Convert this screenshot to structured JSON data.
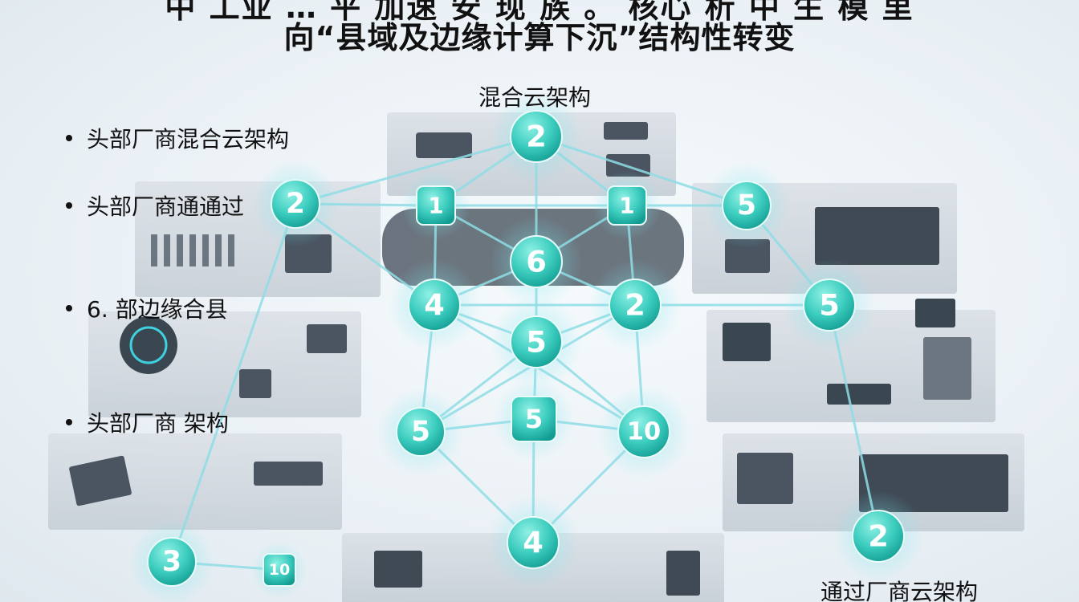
{
  "title": {
    "line1": "中 工业 … 平 加速 安 现 族 。 核心 析 中 生 模 里",
    "line2": "向“县域及边缘计算下沉”结构性转变"
  },
  "top_label": "混合云架构",
  "bottom_right_label": "通过厂商云架构",
  "bullets": [
    "头部厂商混合云架构",
    "头部厂商通通过",
    "6. 部边缘合县",
    "头部厂商  架构"
  ],
  "nodes": [
    {
      "id": "n-top",
      "label": "2",
      "shape": "circle"
    },
    {
      "id": "n-left",
      "label": "2",
      "shape": "circle"
    },
    {
      "id": "n-1a",
      "label": "1",
      "shape": "square"
    },
    {
      "id": "n-1b",
      "label": "1",
      "shape": "square"
    },
    {
      "id": "n-right5a",
      "label": "5",
      "shape": "circle"
    },
    {
      "id": "n-6",
      "label": "6",
      "shape": "circle"
    },
    {
      "id": "n-4a",
      "label": "4",
      "shape": "circle"
    },
    {
      "id": "n-2b",
      "label": "2",
      "shape": "circle"
    },
    {
      "id": "n-right5b",
      "label": "5",
      "shape": "circle"
    },
    {
      "id": "n-5c",
      "label": "5",
      "shape": "circle"
    },
    {
      "id": "n-5d",
      "label": "5",
      "shape": "circle"
    },
    {
      "id": "n-5e",
      "label": "5",
      "shape": "square"
    },
    {
      "id": "n-10a",
      "label": "10",
      "shape": "circle"
    },
    {
      "id": "n-4b",
      "label": "4",
      "shape": "circle"
    },
    {
      "id": "n-2c",
      "label": "2",
      "shape": "circle"
    },
    {
      "id": "n-3",
      "label": "3",
      "shape": "circle"
    },
    {
      "id": "n-10b",
      "label": "10",
      "shape": "square"
    }
  ],
  "edges": [
    [
      "n-top",
      "n-1a"
    ],
    [
      "n-top",
      "n-1b"
    ],
    [
      "n-top",
      "n-6"
    ],
    [
      "n-top",
      "n-left"
    ],
    [
      "n-top",
      "n-right5a"
    ],
    [
      "n-left",
      "n-1a"
    ],
    [
      "n-1a",
      "n-1b"
    ],
    [
      "n-1b",
      "n-right5a"
    ],
    [
      "n-1a",
      "n-6"
    ],
    [
      "n-1b",
      "n-6"
    ],
    [
      "n-1a",
      "n-4a"
    ],
    [
      "n-1b",
      "n-2b"
    ],
    [
      "n-6",
      "n-4a"
    ],
    [
      "n-6",
      "n-2b"
    ],
    [
      "n-6",
      "n-5c"
    ],
    [
      "n-4a",
      "n-2b"
    ],
    [
      "n-2b",
      "n-right5b"
    ],
    [
      "n-right5a",
      "n-right5b"
    ],
    [
      "n-4a",
      "n-5c"
    ],
    [
      "n-2b",
      "n-5c"
    ],
    [
      "n-4a",
      "n-5d"
    ],
    [
      "n-2b",
      "n-10a"
    ],
    [
      "n-5c",
      "n-5e"
    ],
    [
      "n-5c",
      "n-5d"
    ],
    [
      "n-5c",
      "n-10a"
    ],
    [
      "n-5d",
      "n-5e"
    ],
    [
      "n-5e",
      "n-10a"
    ],
    [
      "n-4a",
      "n-10a"
    ],
    [
      "n-2b",
      "n-5d"
    ],
    [
      "n-5d",
      "n-4b"
    ],
    [
      "n-5e",
      "n-4b"
    ],
    [
      "n-10a",
      "n-4b"
    ],
    [
      "n-left",
      "n-3"
    ],
    [
      "n-3",
      "n-10b"
    ],
    [
      "n-right5b",
      "n-2c"
    ],
    [
      "n-4a",
      "n-left"
    ]
  ],
  "colors": {
    "node_fill_top": "#6fe3d6",
    "node_fill_bottom": "#17a89e",
    "edge": "#8fdde6",
    "panel": "#c9d1d9",
    "panel_dark": "#4a5561",
    "accent": "#2fc7d6",
    "text": "#111111"
  }
}
